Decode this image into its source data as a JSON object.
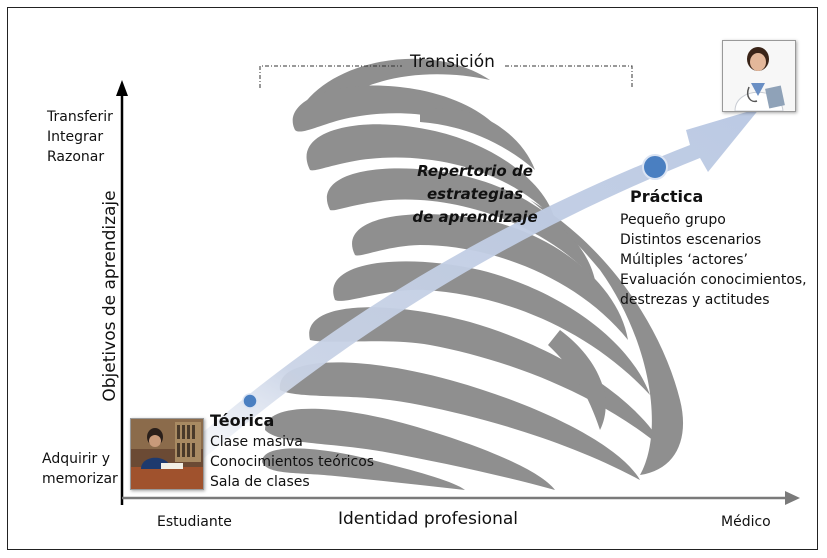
{
  "transition": {
    "label": "Transición"
  },
  "strategy": {
    "line1": "Repertorio de estrategias",
    "line2": "de aprendizaje"
  },
  "y_axis": {
    "label": "Objetivos de aprendizaje",
    "top_lines": [
      "Transferir",
      "Integrar",
      "Razonar"
    ],
    "bottom_lines": [
      "Adquirir y",
      "memorizar"
    ]
  },
  "x_axis": {
    "label": "Identidad profesional",
    "start": "Estudiante",
    "end": "Médico"
  },
  "theory": {
    "title": "Téorica",
    "items": [
      "Clase masiva",
      "Conocimientos teóricos",
      "Sala de clases"
    ]
  },
  "practice": {
    "title": "Práctica",
    "items": [
      "Pequeño grupo",
      "Distintos escenarios",
      "Múltiples ‘actores’",
      "Evaluación conocimientos,",
      "destrezas y actitudes"
    ]
  },
  "colors": {
    "arrow": "#c9d3e6",
    "dot": "#4a7fc1",
    "swirl": "#8f8f8f",
    "axis": "#000000",
    "x_axis": "#7a7a7a"
  },
  "icons": {
    "student_photo": "student-reading-photo",
    "doctor_photo": "doctor-photo"
  }
}
